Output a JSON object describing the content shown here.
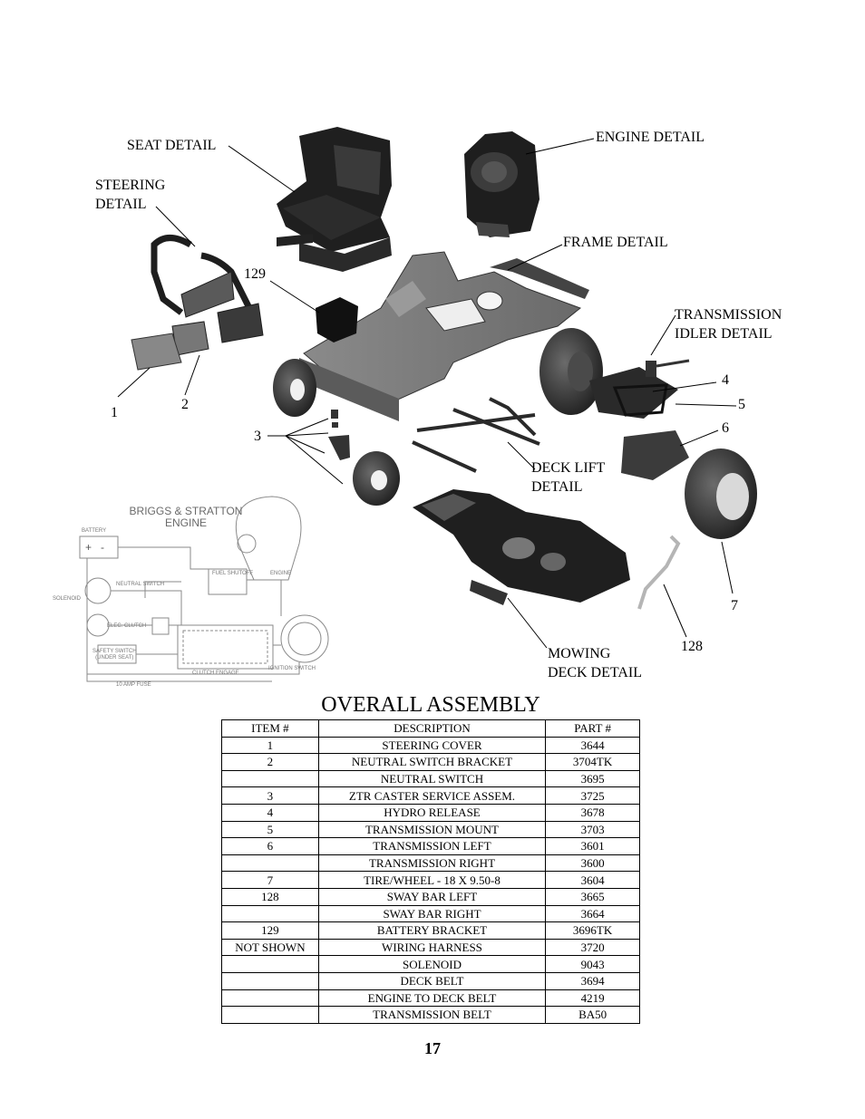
{
  "labels": {
    "seat_detail": "SEAT DETAIL",
    "steering_detail": [
      "STEERING",
      "DETAIL"
    ],
    "engine_detail": "ENGINE DETAIL",
    "frame_detail": "FRAME DETAIL",
    "transmission_idler_detail": [
      "TRANSMISSION",
      "IDLER DETAIL"
    ],
    "deck_lift_detail": [
      "DECK LIFT",
      "DETAIL"
    ],
    "mowing_deck_detail": [
      "MOWING",
      "DECK DETAIL"
    ],
    "callouts": {
      "c1": "1",
      "c2": "2",
      "c3": "3",
      "c4": "4",
      "c5": "5",
      "c6": "6",
      "c7": "7",
      "c128": "128",
      "c129": "129"
    }
  },
  "wiring_diagram": {
    "title": [
      "BRIGGS & STRATTON",
      "ENGINE"
    ],
    "battery": "BATTERY",
    "solenoid": "SOLENOID",
    "neutral_switch": "NEUTRAL SWITCH",
    "fuel_shutoff": "FUEL SHUTOFF",
    "engine": "ENGINE",
    "elec_clutch": "ELEC. CLUTCH",
    "safety_switch": [
      "SAFETY SWITCH",
      "(UNDER SEAT)"
    ],
    "clutch_engage": "CLUTCH ENGAGE",
    "ignition_switch": "IGNITION SWITCH",
    "fuse": "10 AMP FUSE"
  },
  "title": "OVERALL ASSEMBLY",
  "table": {
    "headers": [
      "ITEM #",
      "DESCRIPTION",
      "PART #"
    ],
    "rows": [
      [
        "1",
        "STEERING COVER",
        "3644"
      ],
      [
        "2",
        "NEUTRAL SWITCH BRACKET",
        "3704TK"
      ],
      [
        "",
        "NEUTRAL SWITCH",
        "3695"
      ],
      [
        "3",
        "ZTR CASTER SERVICE ASSEM.",
        "3725"
      ],
      [
        "4",
        "HYDRO RELEASE",
        "3678"
      ],
      [
        "5",
        "TRANSMISSION MOUNT",
        "3703"
      ],
      [
        "6",
        "TRANSMISSION LEFT",
        "3601"
      ],
      [
        "",
        "TRANSMISSION RIGHT",
        "3600"
      ],
      [
        "7",
        "TIRE/WHEEL - 18 X 9.50-8",
        "3604"
      ],
      [
        "128",
        "SWAY BAR LEFT",
        "3665"
      ],
      [
        "",
        "SWAY BAR RIGHT",
        "3664"
      ],
      [
        "129",
        "BATTERY BRACKET",
        "3696TK"
      ],
      [
        "NOT SHOWN",
        "WIRING HARNESS",
        "3720"
      ],
      [
        "",
        "SOLENOID",
        "9043"
      ],
      [
        "",
        "DECK BELT",
        "3694"
      ],
      [
        "",
        "ENGINE TO DECK BELT",
        "4219"
      ],
      [
        "",
        "TRANSMISSION BELT",
        "BA50"
      ]
    ]
  },
  "page_number": "17"
}
